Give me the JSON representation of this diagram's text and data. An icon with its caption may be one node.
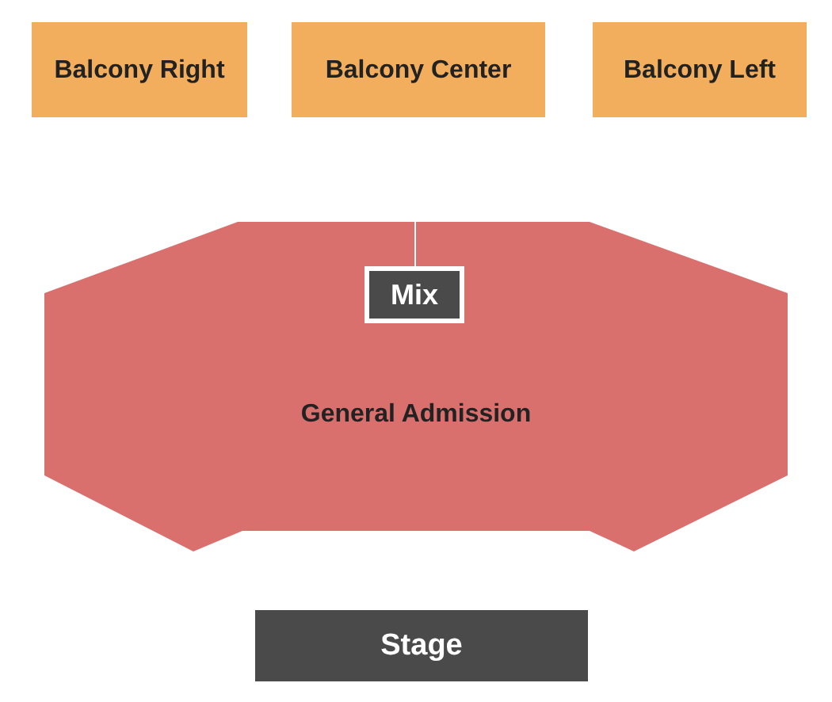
{
  "diagram": {
    "nodes": [
      {
        "text": [
          "Balcony Right"
        ]
      },
      {
        "text": [
          "Balcony Center"
        ]
      },
      {
        "text": [
          "Balcony Left"
        ]
      },
      {
        "text": [
          "General Admission"
        ]
      },
      {
        "text": [
          "Mix"
        ],
        "in": 3
      },
      {
        "text": [
          "Stage"
        ]
      }
    ]
  }
}
